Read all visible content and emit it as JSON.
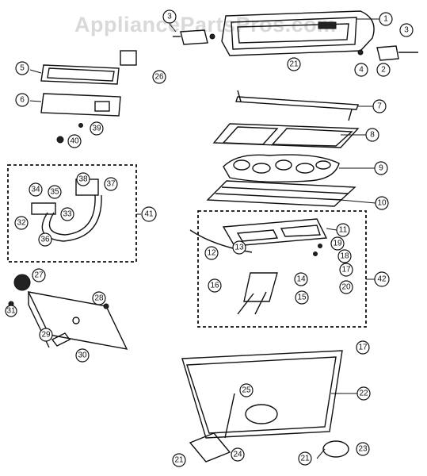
{
  "watermark": "AppliancePartsPros.com",
  "callouts": [
    "1",
    "2",
    "3",
    "3",
    "4",
    "5",
    "6",
    "7",
    "8",
    "9",
    "10",
    "11",
    "12",
    "13",
    "14",
    "15",
    "16",
    "17",
    "17",
    "18",
    "19",
    "20",
    "21",
    "21",
    "21",
    "22",
    "23",
    "24",
    "25",
    "26",
    "27",
    "28",
    "29",
    "30",
    "31",
    "32",
    "33",
    "34",
    "35",
    "36",
    "37",
    "38",
    "39",
    "40",
    "41",
    "42"
  ],
  "colors": {
    "line": "#111111",
    "background": "#ffffff",
    "watermark": "#d9d9d9"
  }
}
